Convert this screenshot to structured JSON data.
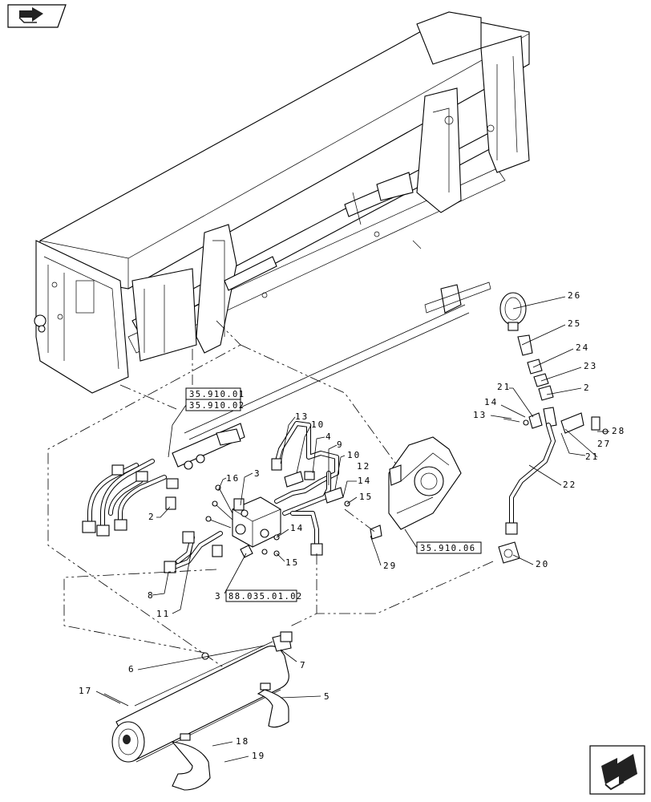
{
  "diagram": {
    "nav_icons": [
      "next-page-arrow-icon",
      "previous-page-arrow-icon"
    ],
    "callouts": {
      "c2a": "2",
      "c2b": "2",
      "c3a": "3",
      "c3b": "3",
      "c4": "4",
      "c5": "5",
      "c6": "6",
      "c7": "7",
      "c8": "8",
      "c9": "9",
      "c10a": "10",
      "c10b": "10",
      "c11": "11",
      "c12": "12",
      "c13a": "13",
      "c13b": "13",
      "c14a": "14",
      "c14b": "14",
      "c14c": "14",
      "c15a": "15",
      "c15b": "15",
      "c16": "16",
      "c17": "17",
      "c18": "18",
      "c19": "19",
      "c20": "20",
      "c21a": "21",
      "c21b": "21",
      "c22": "22",
      "c23": "23",
      "c24": "24",
      "c25": "25",
      "c26": "26",
      "c27": "27",
      "c28": "28",
      "c29": "29"
    },
    "references": {
      "ref1": "35.910.01",
      "ref2": "35.910.02",
      "ref3": "88.035.01.02",
      "ref4": "35.910.06"
    }
  }
}
